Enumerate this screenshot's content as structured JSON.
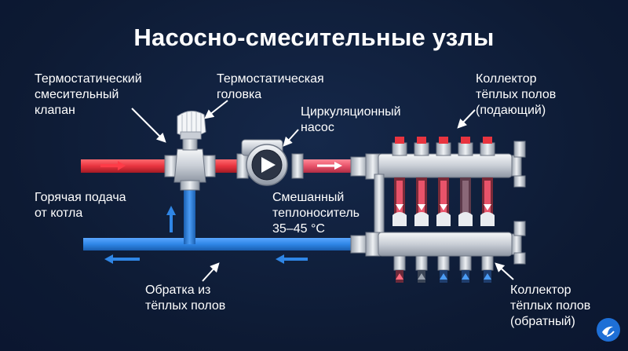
{
  "title": "Насосно-смесительные узлы",
  "labels": {
    "valve": "Термостатический\nсмесительный\nклапан",
    "head": "Термостатическая\nголовка",
    "pump": "Циркуляционный\nнасос",
    "supply_manifold": "Коллектор\nтёплых полов\n(подающий)",
    "hot_supply": "Горячая подача\nот котла",
    "mixed": "Смешанный\nтеплоноситель\n35–45 °C",
    "return_from": "Обратка из\nтёплых полов",
    "return_manifold": "Коллектор\nтёплых полов\n(обратный)"
  },
  "icons": {
    "pump_symbol": "play-triangle-icon",
    "logo": "water-drop-logo"
  },
  "colors": {
    "background": "#0f1e3a",
    "hot_pipe": "#e8343f",
    "cold_pipe": "#2f86e6",
    "metal": "#d7dce3",
    "text": "#ffffff"
  }
}
